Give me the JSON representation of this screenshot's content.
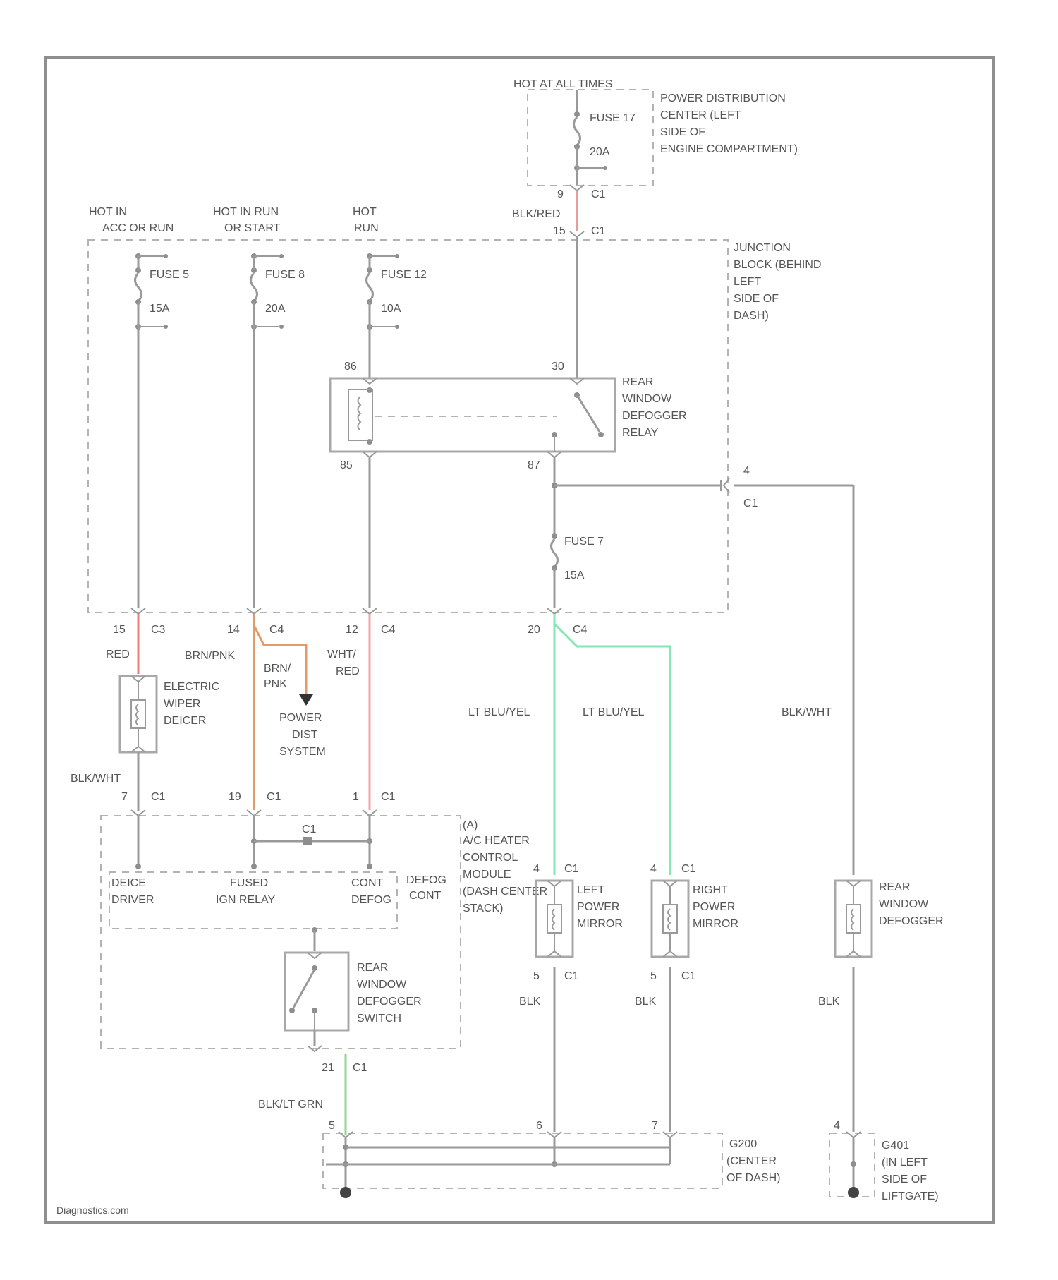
{
  "colors": {
    "red": "#f08080",
    "orange": "#e8a06c",
    "pink": "#f2b3b3",
    "lt_green": "#86e6b6",
    "green": "#8fd68f"
  },
  "power_distribution": {
    "hot_label": "HOT AT ALL TIMES",
    "fuse": "FUSE 17",
    "amps": "20A",
    "location_lines": [
      "POWER DISTRIBUTION",
      "CENTER (LEFT",
      "SIDE OF",
      "ENGINE COMPARTMENT)"
    ],
    "pin_in": "9",
    "conn_in": "C1",
    "wire_color": "BLK/RED",
    "pin_jb": "15",
    "conn_jb": "C1"
  },
  "junction_block": {
    "location_lines": [
      "JUNCTION",
      "BLOCK (BEHIND",
      "LEFT",
      "SIDE OF",
      "DASH)"
    ],
    "fuse_a": {
      "hot": [
        "HOT IN",
        "ACC OR RUN"
      ],
      "name": "FUSE 5",
      "amps": "15A"
    },
    "fuse_b": {
      "hot": [
        "HOT IN RUN",
        "OR START"
      ],
      "name": "FUSE 8",
      "amps": "20A"
    },
    "fuse_c": {
      "hot": [
        "HOT",
        "RUN"
      ],
      "name": "FUSE 12",
      "amps": "10A"
    },
    "fuse_d": {
      "name": "FUSE 7",
      "amps": "15A"
    },
    "relay_lines": [
      "REAR",
      "WINDOW",
      "DEFOGGER",
      "RELAY"
    ],
    "relay_pin_86": "86",
    "relay_pin_85": "85",
    "relay_pin_30": "30",
    "relay_pin_87": "87",
    "out_pin": "4",
    "out_conn": "C1"
  },
  "outputs": {
    "a": {
      "pin": "15",
      "conn": "C3",
      "wire": "RED"
    },
    "b": {
      "pin": "14",
      "conn": "C4",
      "wire": "BRN/PNK"
    },
    "c": {
      "pin": "12",
      "conn": "C4",
      "wire_lines": [
        "WHT/",
        "RED"
      ]
    },
    "d": {
      "pin": "20",
      "conn": "C4"
    }
  },
  "wiper_deicer": {
    "lines": [
      "ELECTRIC",
      "WIPER",
      "DEICER"
    ],
    "ground_wire": "BLK/WHT"
  },
  "power_dist_system": {
    "wire_lines": [
      "BRN/",
      "PNK"
    ],
    "lines": [
      "POWER",
      "DIST",
      "SYSTEM"
    ]
  },
  "heater_module": {
    "connectors": [
      {
        "pin": "7",
        "conn": "C1"
      },
      {
        "pin": "19",
        "conn": "C1"
      },
      {
        "pin": "1",
        "conn": "C1"
      }
    ],
    "jumper_label": "C1",
    "pins": [
      {
        "lines": [
          "DEICE",
          "DRIVER"
        ]
      },
      {
        "lines": [
          "FUSED",
          "IGN RELAY"
        ]
      },
      {
        "lines": [
          "CONT",
          "DEFOG"
        ]
      },
      {
        "lines": [
          "DEFOG",
          "CONT"
        ]
      }
    ],
    "location_tag": "(A)",
    "lines": [
      "A/C HEATER",
      "CONTROL",
      "MODULE",
      "(DASH CENTER",
      "STACK)"
    ],
    "switch_lines": [
      "REAR",
      "WINDOW",
      "DEFOGGER",
      "SWITCH"
    ],
    "out_pin": "21",
    "out_conn": "C1",
    "out_wire": "BLK/LT GRN"
  },
  "mirrors": {
    "wire_color": "LT BLU/YEL",
    "left": {
      "pin_in": "4",
      "conn_in": "C1",
      "lines": [
        "LEFT",
        "POWER",
        "MIRROR"
      ],
      "pin_out": "5",
      "conn_out": "C1",
      "ground": "BLK"
    },
    "right": {
      "pin_in": "4",
      "conn_in": "C1",
      "lines": [
        "RIGHT",
        "POWER",
        "MIRROR"
      ],
      "pin_out": "5",
      "conn_out": "C1",
      "ground": "BLK"
    }
  },
  "rear_defogger": {
    "wire": "BLK/WHT",
    "lines": [
      "REAR",
      "WINDOW",
      "DEFOGGER"
    ],
    "ground": "BLK"
  },
  "ground_g200": {
    "pins": [
      "5",
      "6",
      "7"
    ],
    "lines": [
      "G200",
      "(CENTER",
      "OF DASH)"
    ]
  },
  "ground_g401": {
    "pin": "4",
    "lines": [
      "G401",
      "(IN LEFT",
      "SIDE OF",
      "LIFTGATE)"
    ]
  },
  "watermark": "Diagnostics.com"
}
